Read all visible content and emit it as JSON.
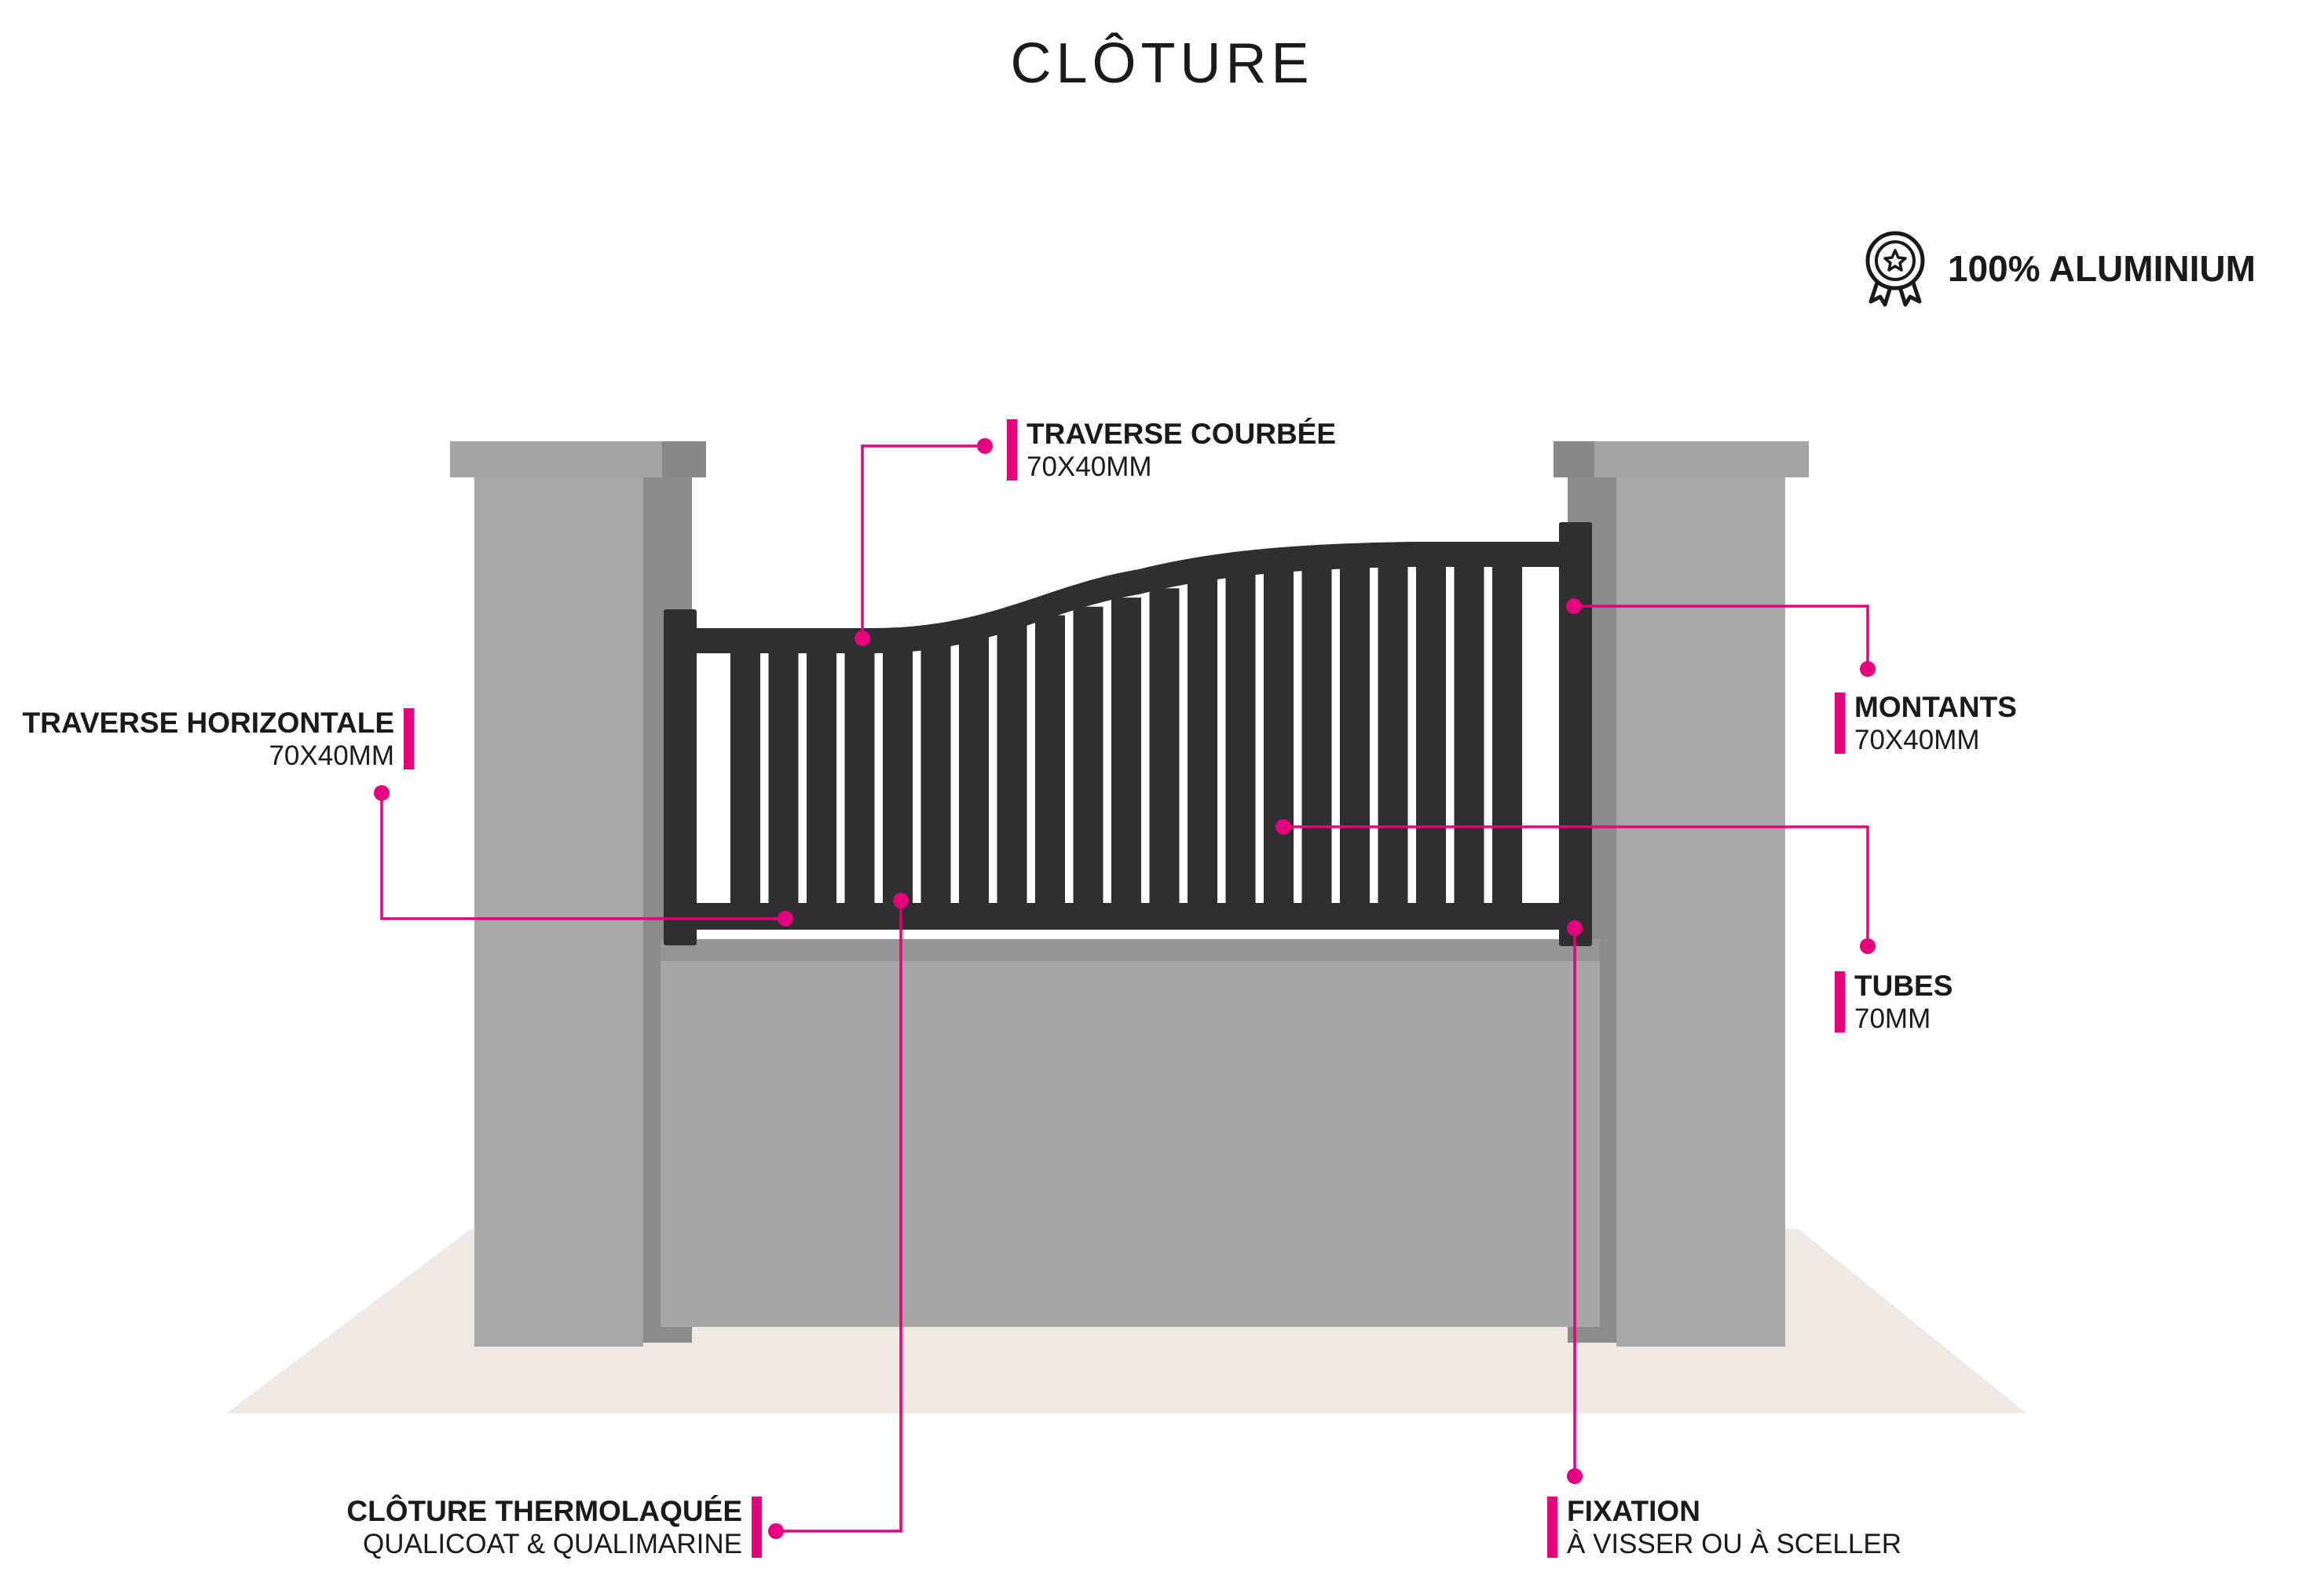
{
  "title": "CLÔTURE",
  "badge": {
    "icon": "award-ribbon-icon",
    "text": "100% ALUMINIUM"
  },
  "colors": {
    "accent": "#e6007e",
    "fence": "#2e2f31",
    "pillar_face": "#a7a8a8",
    "pillar_side": "#8a8b8b",
    "pillar_cap": "#9d9e9e",
    "ground": "#efe9e2"
  },
  "labels": {
    "traverse_courbee": {
      "title": "TRAVERSE COURBÉE",
      "detail": "70X40MM"
    },
    "traverse_horizontale": {
      "title": "TRAVERSE HORIZONTALE",
      "detail": "70X40MM"
    },
    "montants": {
      "title": "MONTANTS",
      "detail": "70X40MM"
    },
    "tubes": {
      "title": "TUBES",
      "detail": "70MM"
    },
    "thermolaquee": {
      "title": "CLÔTURE THERMOLAQUÉE",
      "detail": "QUALICOAT & QUALIMARINE"
    },
    "fixation": {
      "title": "FIXATION",
      "detail": "À VISSER OU À SCELLER"
    }
  }
}
